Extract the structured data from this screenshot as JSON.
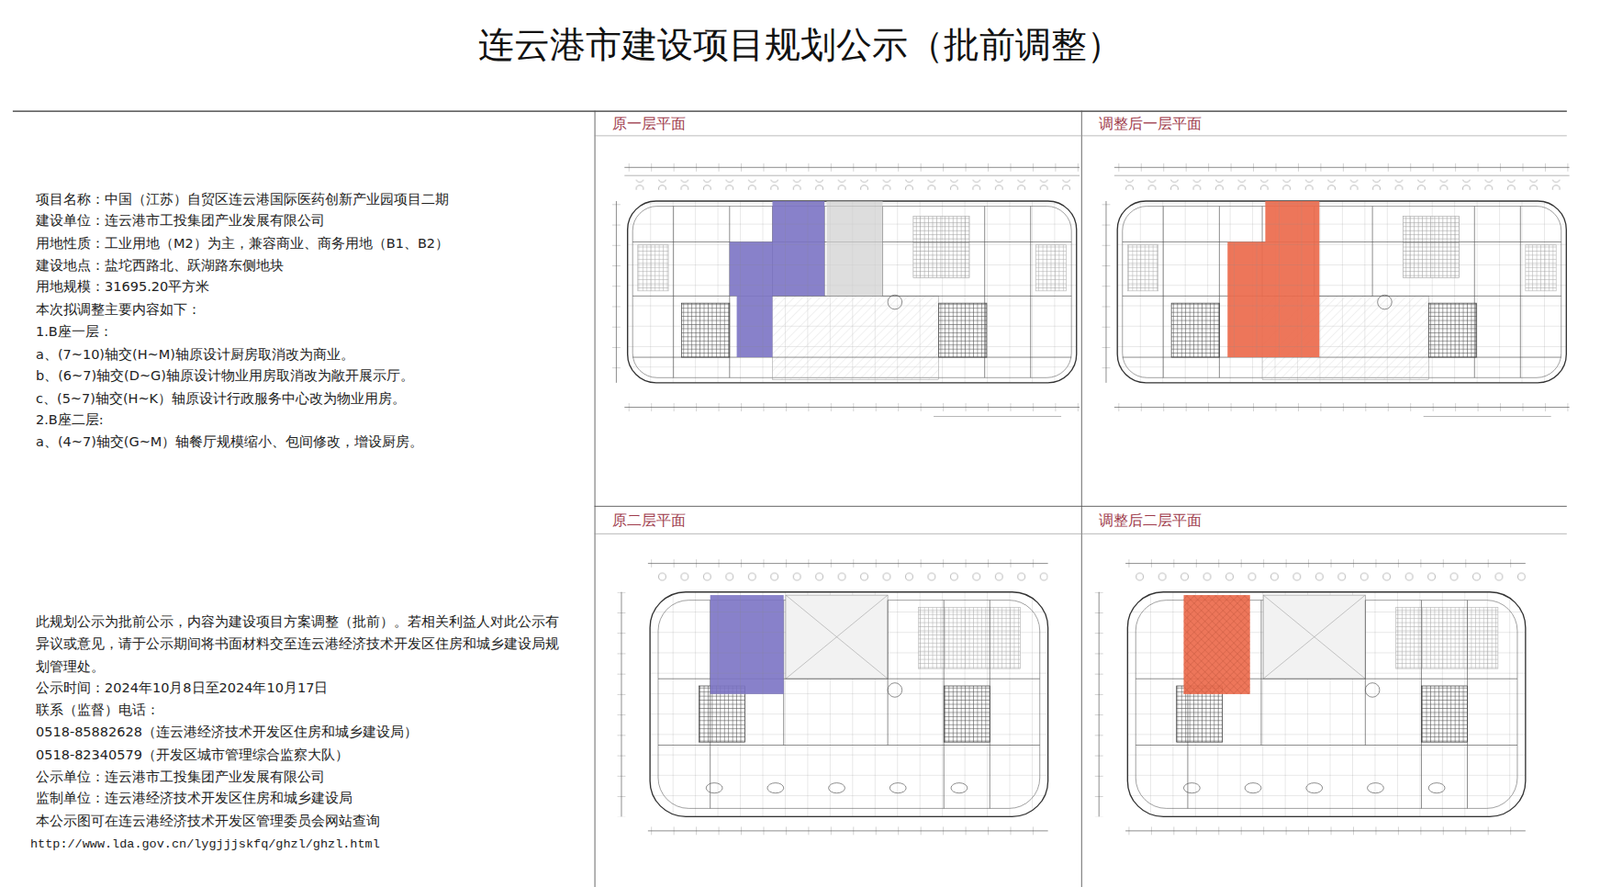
{
  "diagram": {
    "title": "连云港市建设项目规划公示（批前调整）",
    "nodes": [
      {
        "text": [
          "原一层平面"
        ]
      },
      {
        "text": [
          "调整后一层平面"
        ]
      },
      {
        "text": [
          "原二层平面"
        ]
      },
      {
        "text": [
          "调整后二层平面"
        ]
      }
    ],
    "labels": [
      "项目名称：中国（江苏）自贸区连云港国际医药创新产业园项目二期",
      "建设单位：连云港市工投集团产业发展有限公司",
      "用地性质：工业用地（M2）为主，兼容商业、商务用地（B1、B2）",
      "建设地点：盐坨西路北、跃湖路东侧地块",
      "用地规模：31695.20平方米",
      "本次拟调整主要内容如下：",
      "1.B座一层：",
      "a、(7~10)轴交(H~M)轴原设计厨房取消改为商业。",
      "b、(6~7)轴交(D~G)轴原设计物业用房取消改为敞开展示厅。",
      "c、(5~7)轴交(H~K）轴原设计行政服务中心改为物业用房。",
      "2.B座二层:",
      "a、(4~7)轴交(G~M）轴餐厅规模缩小、包间修改，增设厨房。",
      "此规划公示为批前公示，内容为建设项目方案调整（批前）。若相关利益人对此公示有异议或意见，请于公示期间将书面材料交至连云港经济技术开发区住房和城乡建设局规划管理处。",
      "公示时间：2024年10月8日至2024年10月17日",
      "联系（监督）电话：",
      "0518-85882628（连云港经济技术开发区住房和城乡建设局）",
      "0518-82340579（开发区城市管理综合监察大队）",
      "公示单位：连云港市工投集团产业发展有限公司",
      "监制单位：连云港经济技术开发区住房和城乡建设局",
      "本公示图可在连云港经济技术开发区管理委员会网站查询",
      "http://www.lda.gov.cn/lygjjjskfq/ghzl/ghzl.html"
    ]
  }
}
